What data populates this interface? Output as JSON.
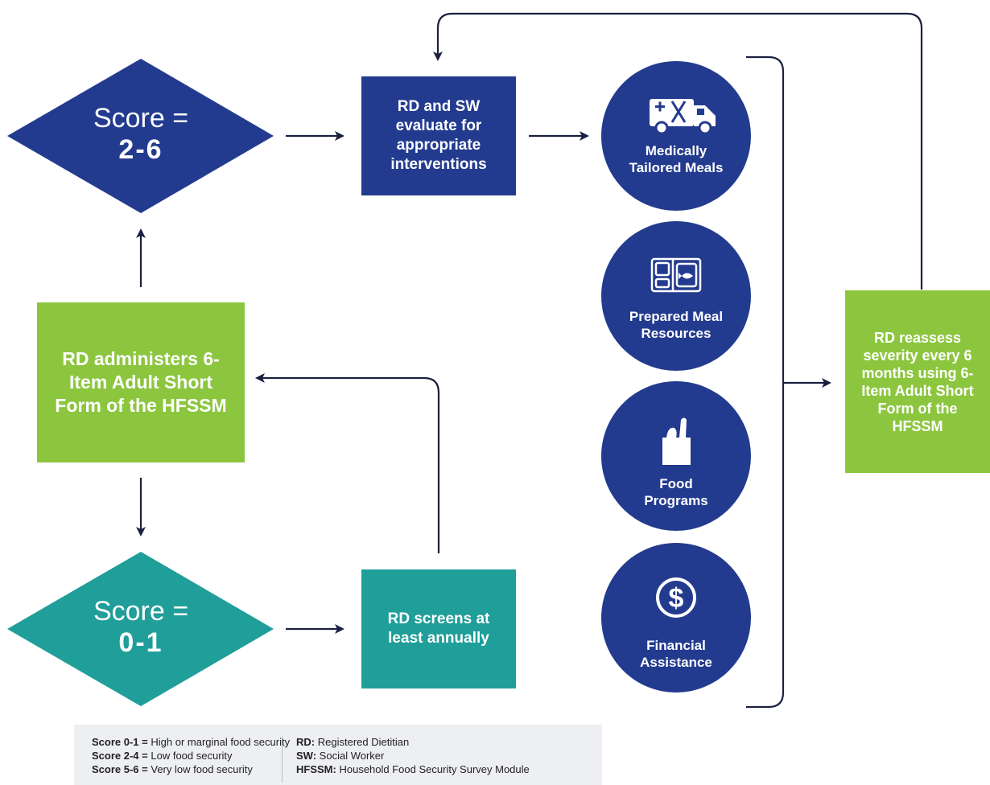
{
  "diamonds": {
    "high": {
      "prefix": "Score =",
      "value": "2-6",
      "color": "#233b8f"
    },
    "low": {
      "prefix": "Score =",
      "value": "0-1",
      "color": "#1f9e9a"
    }
  },
  "boxes": {
    "evaluate": "RD and SW evaluate for appropriate interventions",
    "administer": "RD administers 6-Item Adult Short Form of the HFSSM",
    "screen": "RD screens at least annually",
    "reassess": "RD reassess severity every 6 months using 6-Item Adult Short Form of the HFSSM"
  },
  "interventions": [
    {
      "label": "Medically Tailored Meals",
      "icon": "meal-delivery-van-icon"
    },
    {
      "label": "Prepared Meal Resources",
      "icon": "prepared-meal-tray-icon"
    },
    {
      "label": "Food Programs",
      "icon": "grocery-bag-icon"
    },
    {
      "label": "Financial Assistance",
      "icon": "dollar-coin-icon"
    }
  ],
  "legend": {
    "scores": [
      {
        "term": "Score 0-1 =",
        "def": "High or marginal food security"
      },
      {
        "term": "Score 2-4 =",
        "def": "Low food security"
      },
      {
        "term": "Score 5-6 =",
        "def": "Very low food security"
      }
    ],
    "abbreviations": [
      {
        "term": "RD:",
        "def": "Registered Dietitian"
      },
      {
        "term": "SW:",
        "def": "Social Worker"
      },
      {
        "term": "HFSSM:",
        "def": "Household Food Security Survey Module"
      }
    ]
  },
  "colors": {
    "navy": "#233b8f",
    "green": "#8cc63f",
    "teal": "#1f9e9a",
    "arrow": "#1a2040"
  }
}
